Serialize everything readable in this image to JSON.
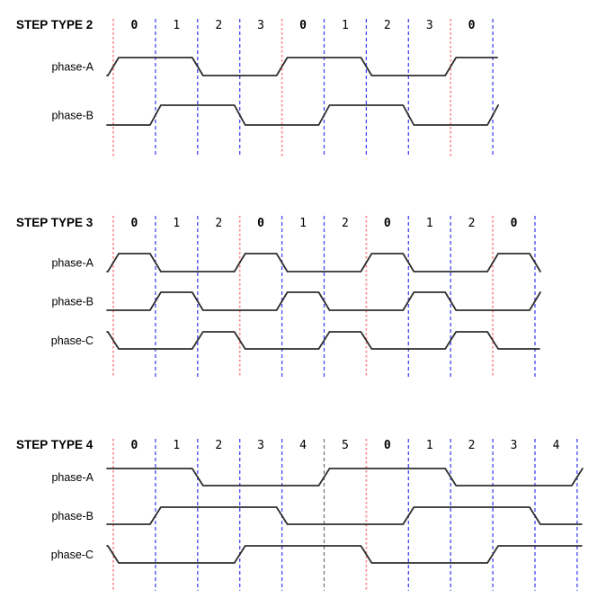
{
  "colors": {
    "background": "#ffffff",
    "waveform": "#2e2e2e",
    "step_zero_divider_red": "#ff8a8a",
    "step_divider_blue": "#4545f5",
    "alt_divider_gray": "#6f6f6f",
    "text": "#000000"
  },
  "sections": [
    {
      "title": "STEP TYPE 2",
      "steps": [
        {
          "label": "0",
          "bold": true
        },
        {
          "label": "1",
          "bold": false
        },
        {
          "label": "2",
          "bold": false
        },
        {
          "label": "3",
          "bold": false
        },
        {
          "label": "0",
          "bold": true
        },
        {
          "label": "1",
          "bold": false
        },
        {
          "label": "2",
          "bold": false
        },
        {
          "label": "3",
          "bold": false
        },
        {
          "label": "0",
          "bold": true
        }
      ],
      "boundaries": [
        "red",
        "blue",
        "blue",
        "blue",
        "red",
        "blue",
        "blue",
        "blue",
        "red",
        "blue"
      ],
      "phases": [
        {
          "name": "phase-A",
          "before": 0,
          "levels": [
            1,
            1,
            0,
            0,
            1,
            1,
            0,
            0,
            1
          ],
          "after": 1
        },
        {
          "name": "phase-B",
          "before": 0,
          "levels": [
            0,
            1,
            1,
            0,
            0,
            1,
            1,
            0,
            0
          ],
          "after": 1
        }
      ]
    },
    {
      "title": "STEP TYPE 3",
      "steps": [
        {
          "label": "0",
          "bold": true
        },
        {
          "label": "1",
          "bold": false
        },
        {
          "label": "2",
          "bold": false
        },
        {
          "label": "0",
          "bold": true
        },
        {
          "label": "1",
          "bold": false
        },
        {
          "label": "2",
          "bold": false
        },
        {
          "label": "0",
          "bold": true
        },
        {
          "label": "1",
          "bold": false
        },
        {
          "label": "2",
          "bold": false
        },
        {
          "label": "0",
          "bold": true
        }
      ],
      "boundaries": [
        "red",
        "blue",
        "blue",
        "red",
        "blue",
        "blue",
        "red",
        "blue",
        "blue",
        "red",
        "blue"
      ],
      "phases": [
        {
          "name": "phase-A",
          "before": 0,
          "levels": [
            1,
            0,
            0,
            1,
            0,
            0,
            1,
            0,
            0,
            1
          ],
          "after": 0
        },
        {
          "name": "phase-B",
          "before": 0,
          "levels": [
            0,
            1,
            0,
            0,
            1,
            0,
            0,
            1,
            0,
            0
          ],
          "after": 1
        },
        {
          "name": "phase-C",
          "before": 1,
          "levels": [
            0,
            0,
            1,
            0,
            0,
            1,
            0,
            0,
            1,
            0
          ],
          "after": 0
        }
      ]
    },
    {
      "title": "STEP TYPE 4",
      "steps": [
        {
          "label": "0",
          "bold": true
        },
        {
          "label": "1",
          "bold": false
        },
        {
          "label": "2",
          "bold": false
        },
        {
          "label": "3",
          "bold": false
        },
        {
          "label": "4",
          "bold": false
        },
        {
          "label": "5",
          "bold": false
        },
        {
          "label": "0",
          "bold": true
        },
        {
          "label": "1",
          "bold": false
        },
        {
          "label": "2",
          "bold": false
        },
        {
          "label": "3",
          "bold": false
        },
        {
          "label": "4",
          "bold": false
        }
      ],
      "boundaries": [
        "red",
        "blue",
        "blue",
        "blue",
        "blue",
        "gray",
        "red",
        "blue",
        "blue",
        "blue",
        "blue",
        "blue"
      ],
      "phases": [
        {
          "name": "phase-A",
          "before": 1,
          "levels": [
            1,
            1,
            0,
            0,
            0,
            1,
            1,
            1,
            0,
            0,
            0
          ],
          "after": 1
        },
        {
          "name": "phase-B",
          "before": 0,
          "levels": [
            0,
            1,
            1,
            1,
            0,
            0,
            0,
            1,
            1,
            1,
            0
          ],
          "after": 0
        },
        {
          "name": "phase-C",
          "before": 1,
          "levels": [
            0,
            0,
            0,
            1,
            1,
            1,
            0,
            0,
            0,
            1,
            1
          ],
          "after": 1
        }
      ]
    }
  ]
}
